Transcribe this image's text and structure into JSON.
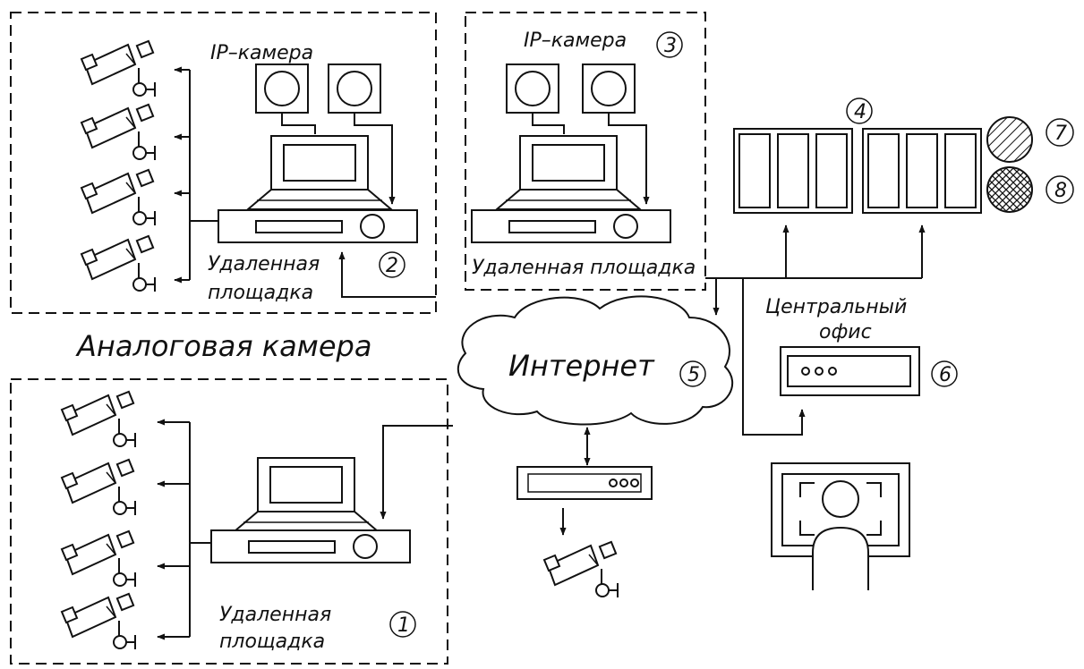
{
  "labels": {
    "ip_camera_left": "IP–камера",
    "ip_camera_right": "IP–камера",
    "remote_site_2": "Удаленная площадка",
    "remote_site_3": "Удаленная площадка",
    "remote_site_1": "Удаленная площадка",
    "analog_camera": "Аналоговая камера",
    "internet": "Интернет",
    "central_office": "Центральный офис"
  },
  "markers": [
    "1",
    "2",
    "3",
    "4",
    "5",
    "6",
    "7",
    "8"
  ]
}
